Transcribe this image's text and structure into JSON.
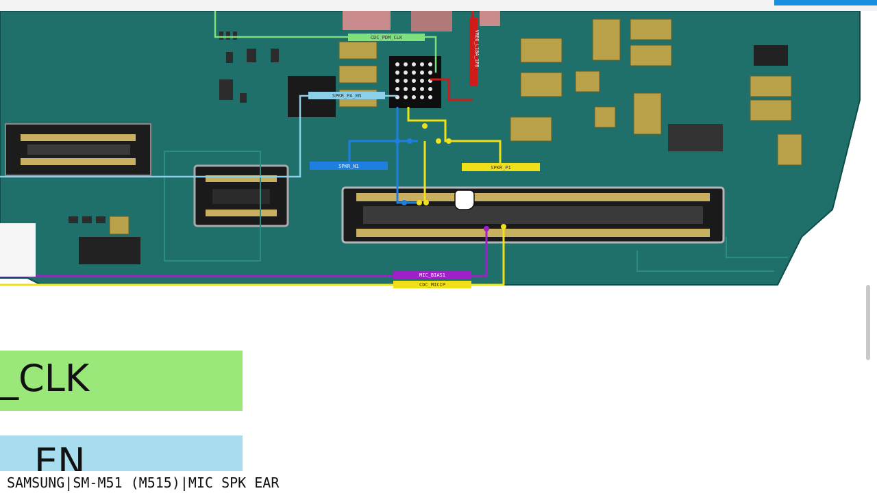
{
  "net_labels": {
    "cdc_pdm_clk": "CDC_PDM_CLK",
    "vreg": "VREG_L18A_1P8",
    "spkr_pa_en": "SPKR_PA_EN",
    "spkr_n1": "SPKR_N1",
    "spkr_p1": "SPKR_P1",
    "mic_bias1": "MIC_BIAS1",
    "cdc_micip": "CDC_MICIP"
  },
  "signal_panels": {
    "green_text": "_CLK",
    "blue_text": "EN"
  },
  "caption": "SAMSUNG|SM-M51 (M515)|MIC SPK EAR",
  "colors": {
    "board": "#1f6f6b",
    "net_green": "#7ee07a",
    "net_lightblue": "#8ccfe8",
    "net_blue": "#1e7fe0",
    "net_yellow": "#f0e01a",
    "net_red": "#d11a1a",
    "net_purple": "#a020c8"
  }
}
